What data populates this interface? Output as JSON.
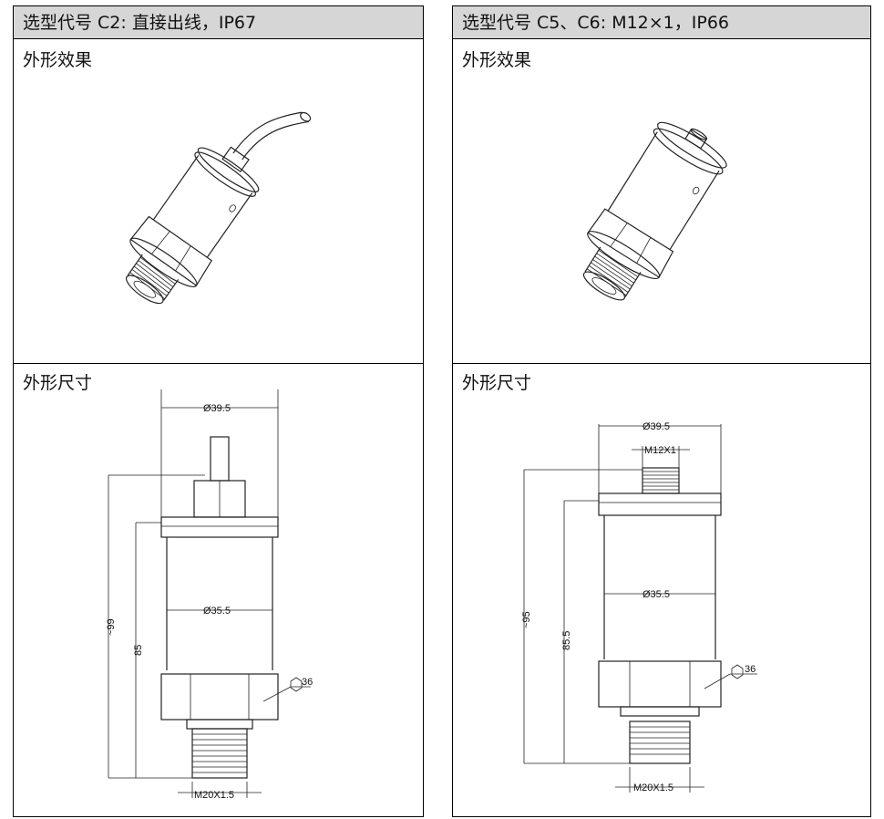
{
  "left": {
    "header": "选型代号 C2: 直接出线，IP67",
    "appearance_label": "外形效果",
    "dimensions_label": "外形尺寸",
    "dims": {
      "outer_diameter": "Ø39.5",
      "body_diameter": "Ø35.5",
      "total_length": "~99",
      "body_length": "85",
      "hex": "36",
      "thread": "M20X1.5"
    }
  },
  "right": {
    "header": "选型代号 C5、C6: M12×1，IP66",
    "appearance_label": "外形效果",
    "dimensions_label": "外形尺寸",
    "dims": {
      "outer_diameter": "Ø39.5",
      "connector": "M12X1",
      "body_diameter": "Ø35.5",
      "total_length": "~95",
      "body_length": "85.5",
      "hex": "36",
      "thread": "M20X1.5"
    }
  }
}
